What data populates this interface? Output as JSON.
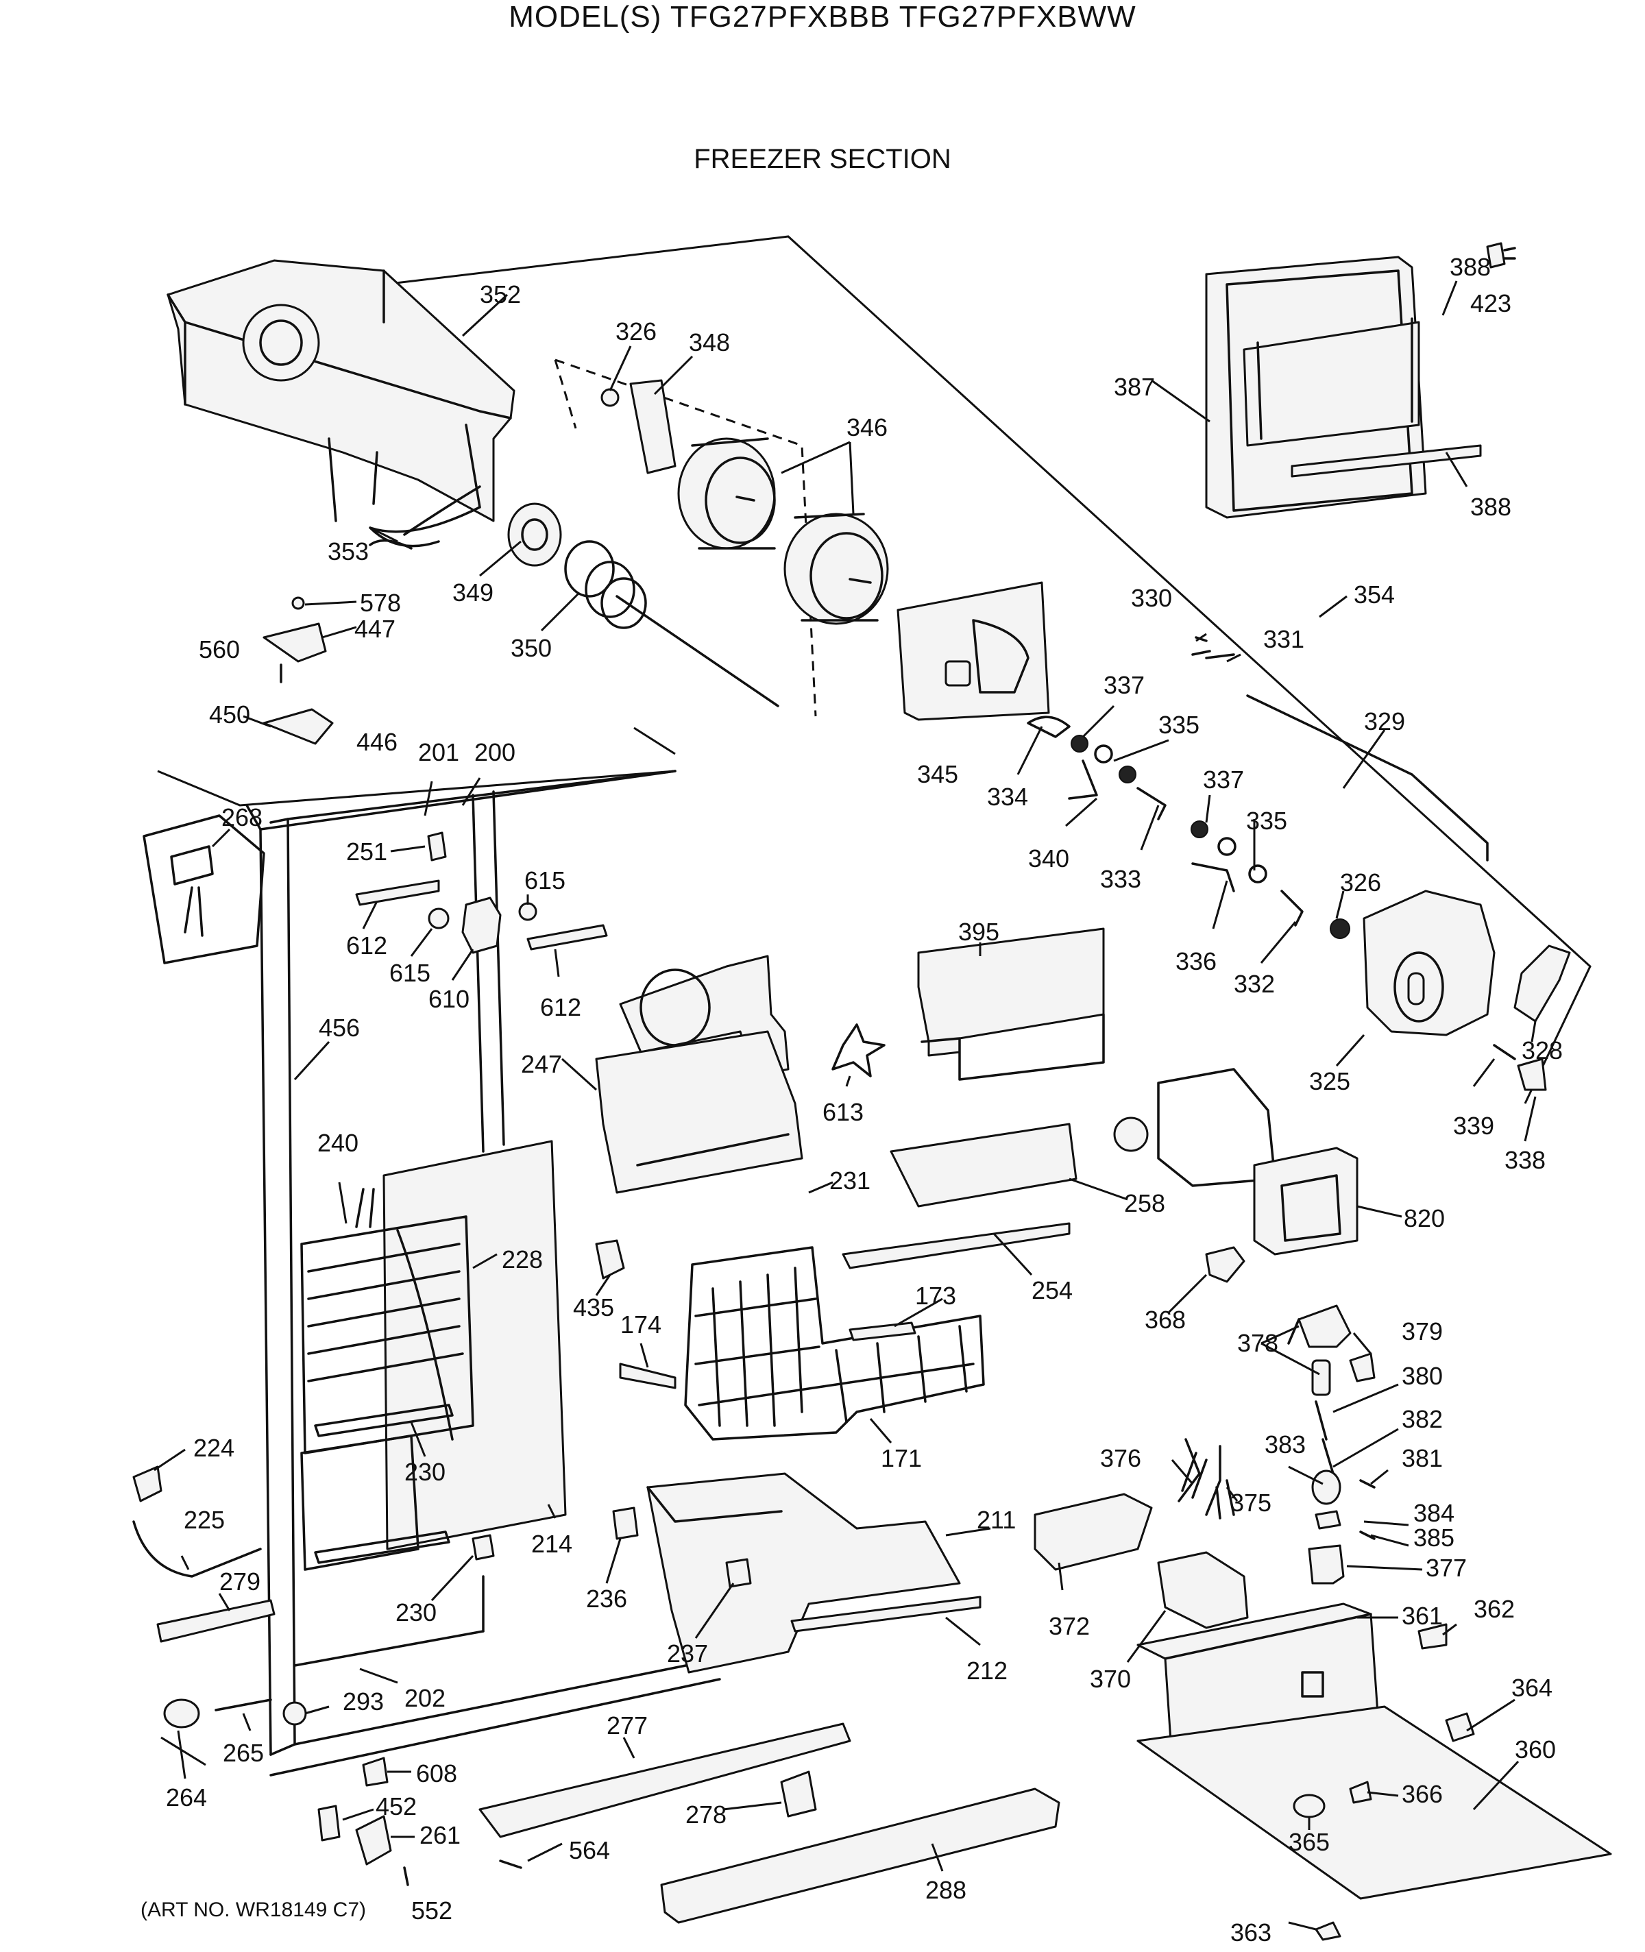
{
  "header": {
    "model_title": "MODEL(S) TFG27PFXBBB  TFG27PFXBWW",
    "section_title": "FREEZER SECTION"
  },
  "footer": {
    "art_number": "(ART NO. WR18149 C7)"
  },
  "parts": [
    {
      "id": "352",
      "label": "352"
    },
    {
      "id": "326a",
      "label": "326"
    },
    {
      "id": "348",
      "label": "348"
    },
    {
      "id": "346",
      "label": "346"
    },
    {
      "id": "388a",
      "label": "388"
    },
    {
      "id": "423",
      "label": "423"
    },
    {
      "id": "387",
      "label": "387"
    },
    {
      "id": "388b",
      "label": "388"
    },
    {
      "id": "353",
      "label": "353"
    },
    {
      "id": "349",
      "label": "349"
    },
    {
      "id": "350",
      "label": "350"
    },
    {
      "id": "578",
      "label": "578"
    },
    {
      "id": "447",
      "label": "447"
    },
    {
      "id": "560",
      "label": "560"
    },
    {
      "id": "450",
      "label": "450"
    },
    {
      "id": "446",
      "label": "446"
    },
    {
      "id": "354",
      "label": "354"
    },
    {
      "id": "330",
      "label": "330"
    },
    {
      "id": "331",
      "label": "331"
    },
    {
      "id": "337a",
      "label": "337"
    },
    {
      "id": "335a",
      "label": "335"
    },
    {
      "id": "329",
      "label": "329"
    },
    {
      "id": "345",
      "label": "345"
    },
    {
      "id": "334",
      "label": "334"
    },
    {
      "id": "337b",
      "label": "337"
    },
    {
      "id": "335b",
      "label": "335"
    },
    {
      "id": "340",
      "label": "340"
    },
    {
      "id": "333",
      "label": "333"
    },
    {
      "id": "326b",
      "label": "326"
    },
    {
      "id": "336",
      "label": "336"
    },
    {
      "id": "332",
      "label": "332"
    },
    {
      "id": "201",
      "label": "201"
    },
    {
      "id": "200",
      "label": "200"
    },
    {
      "id": "268",
      "label": "268"
    },
    {
      "id": "251",
      "label": "251"
    },
    {
      "id": "615a",
      "label": "615"
    },
    {
      "id": "612a",
      "label": "612"
    },
    {
      "id": "615b",
      "label": "615"
    },
    {
      "id": "610",
      "label": "610"
    },
    {
      "id": "612b",
      "label": "612"
    },
    {
      "id": "395",
      "label": "395"
    },
    {
      "id": "456",
      "label": "456"
    },
    {
      "id": "247",
      "label": "247"
    },
    {
      "id": "613",
      "label": "613"
    },
    {
      "id": "328",
      "label": "328"
    },
    {
      "id": "325",
      "label": "325"
    },
    {
      "id": "339",
      "label": "339"
    },
    {
      "id": "338",
      "label": "338"
    },
    {
      "id": "240",
      "label": "240"
    },
    {
      "id": "231",
      "label": "231"
    },
    {
      "id": "258",
      "label": "258"
    },
    {
      "id": "820",
      "label": "820"
    },
    {
      "id": "228",
      "label": "228"
    },
    {
      "id": "435",
      "label": "435"
    },
    {
      "id": "254",
      "label": "254"
    },
    {
      "id": "173",
      "label": "173"
    },
    {
      "id": "368",
      "label": "368"
    },
    {
      "id": "174",
      "label": "174"
    },
    {
      "id": "378",
      "label": "378"
    },
    {
      "id": "379",
      "label": "379"
    },
    {
      "id": "380",
      "label": "380"
    },
    {
      "id": "224",
      "label": "224"
    },
    {
      "id": "382",
      "label": "382"
    },
    {
      "id": "171",
      "label": "171"
    },
    {
      "id": "376",
      "label": "376"
    },
    {
      "id": "383",
      "label": "383"
    },
    {
      "id": "381",
      "label": "381"
    },
    {
      "id": "230a",
      "label": "230"
    },
    {
      "id": "375",
      "label": "375"
    },
    {
      "id": "225",
      "label": "225"
    },
    {
      "id": "211",
      "label": "211"
    },
    {
      "id": "384",
      "label": "384"
    },
    {
      "id": "385",
      "label": "385"
    },
    {
      "id": "214",
      "label": "214"
    },
    {
      "id": "377",
      "label": "377"
    },
    {
      "id": "279",
      "label": "279"
    },
    {
      "id": "236",
      "label": "236"
    },
    {
      "id": "230b",
      "label": "230"
    },
    {
      "id": "361",
      "label": "361"
    },
    {
      "id": "362",
      "label": "362"
    },
    {
      "id": "372",
      "label": "372"
    },
    {
      "id": "237",
      "label": "237"
    },
    {
      "id": "212",
      "label": "212"
    },
    {
      "id": "370",
      "label": "370"
    },
    {
      "id": "202",
      "label": "202"
    },
    {
      "id": "364",
      "label": "364"
    },
    {
      "id": "293",
      "label": "293"
    },
    {
      "id": "277",
      "label": "277"
    },
    {
      "id": "265",
      "label": "265"
    },
    {
      "id": "360",
      "label": "360"
    },
    {
      "id": "264",
      "label": "264"
    },
    {
      "id": "608",
      "label": "608"
    },
    {
      "id": "366",
      "label": "366"
    },
    {
      "id": "452",
      "label": "452"
    },
    {
      "id": "278",
      "label": "278"
    },
    {
      "id": "261",
      "label": "261"
    },
    {
      "id": "365",
      "label": "365"
    },
    {
      "id": "564",
      "label": "564"
    },
    {
      "id": "288",
      "label": "288"
    },
    {
      "id": "552",
      "label": "552"
    },
    {
      "id": "363",
      "label": "363"
    }
  ]
}
